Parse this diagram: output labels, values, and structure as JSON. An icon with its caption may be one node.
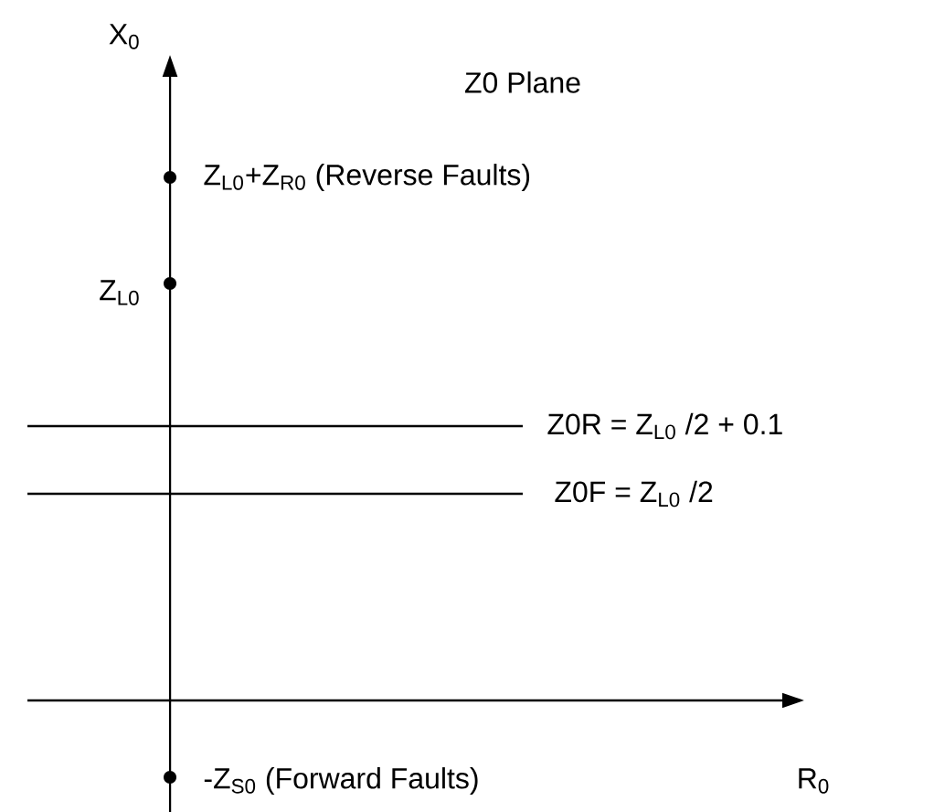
{
  "diagram": {
    "title": "Z0 Plane",
    "labels": [
      "X$_{0}$",
      "Z$_{L0}$+Z$_{R0}$ (Reverse Faults)",
      "Z$_{L0}$",
      "Z0R = Z$_{L0}$ /2 + 0.1",
      "Z0F = Z$_{L0}$ /2",
      "-Z$_{S0}$ (Forward Faults)",
      "R$_{0}$"
    ]
  }
}
